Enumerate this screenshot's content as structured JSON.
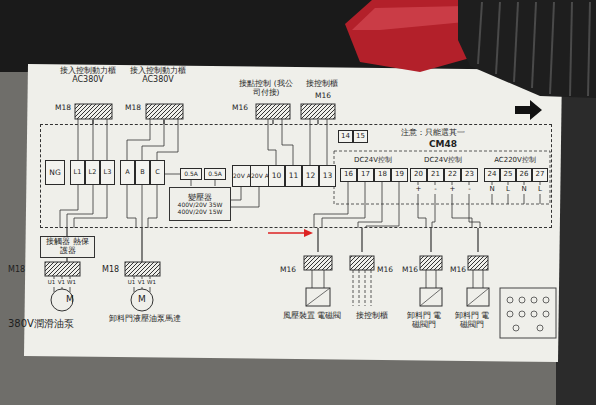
{
  "diagram": {
    "nodes": [
      {
        "text": [
          "接入控制動力櫃 AC380V",
          "M18"
        ]
      },
      {
        "text": [
          "接入控制動力櫃 AC380V",
          "M18"
        ]
      },
      {
        "text": [
          "接點控制 (我公司付接)",
          "M16"
        ]
      },
      {
        "text": [
          "接控制櫃",
          "M16"
        ]
      },
      {
        "text": [
          "注意：只能選其一",
          "CM48"
        ]
      },
      {
        "text": [
          "變壓器",
          "400V/20V 35W",
          "400V/20V 15W"
        ],
        "in": 4
      },
      {
        "text": [
          "接觸器 熱保護器"
        ]
      },
      {
        "text": [
          "M18",
          "M",
          "380V潤滑油泵"
        ]
      },
      {
        "text": [
          "M18",
          "M",
          "卸料門液壓油泵馬達"
        ]
      },
      {
        "text": [
          "M16",
          "風壓裝置 電磁閥"
        ]
      },
      {
        "text": [
          "M16",
          "接控制櫃"
        ]
      },
      {
        "text": [
          "M16",
          "卸料門 電磁閥門"
        ]
      },
      {
        "text": [
          "M16",
          "卸料門 電磁閥門"
        ]
      }
    ],
    "edges": [
      {
        "from": 0,
        "to": 4,
        "arrow": "none"
      },
      {
        "from": 1,
        "to": 4,
        "arrow": "none"
      },
      {
        "from": 2,
        "to": 4,
        "arrow": "none"
      },
      {
        "from": 3,
        "to": 4,
        "arrow": "none"
      },
      {
        "from": 4,
        "to": 6,
        "arrow": "none"
      },
      {
        "from": 6,
        "to": 7,
        "arrow": "none"
      },
      {
        "from": 4,
        "to": 8,
        "arrow": "none"
      },
      {
        "from": 4,
        "to": 9,
        "arrow": "none"
      },
      {
        "from": 4,
        "to": 10,
        "arrow": "none"
      },
      {
        "from": 4,
        "to": 11,
        "arrow": "none"
      },
      {
        "from": 4,
        "to": 12,
        "arrow": "none"
      }
    ],
    "labels": [
      "NG",
      "L1",
      "L2",
      "L3",
      "A",
      "B",
      "C",
      "0.5A",
      "0.5A",
      "20V AC",
      "20V AC",
      "10",
      "11",
      "12",
      "13",
      "14",
      "15",
      "DC24V控制",
      "DC24V控制",
      "AC220V控制",
      "16",
      "17",
      "18",
      "19",
      "20",
      "21",
      "22",
      "23",
      "24",
      "25",
      "26",
      "27",
      "+",
      "-",
      "+",
      "-",
      "N",
      "L",
      "N",
      "L",
      "U1",
      "V1",
      "W1",
      "U1",
      "V1",
      "W1"
    ]
  }
}
